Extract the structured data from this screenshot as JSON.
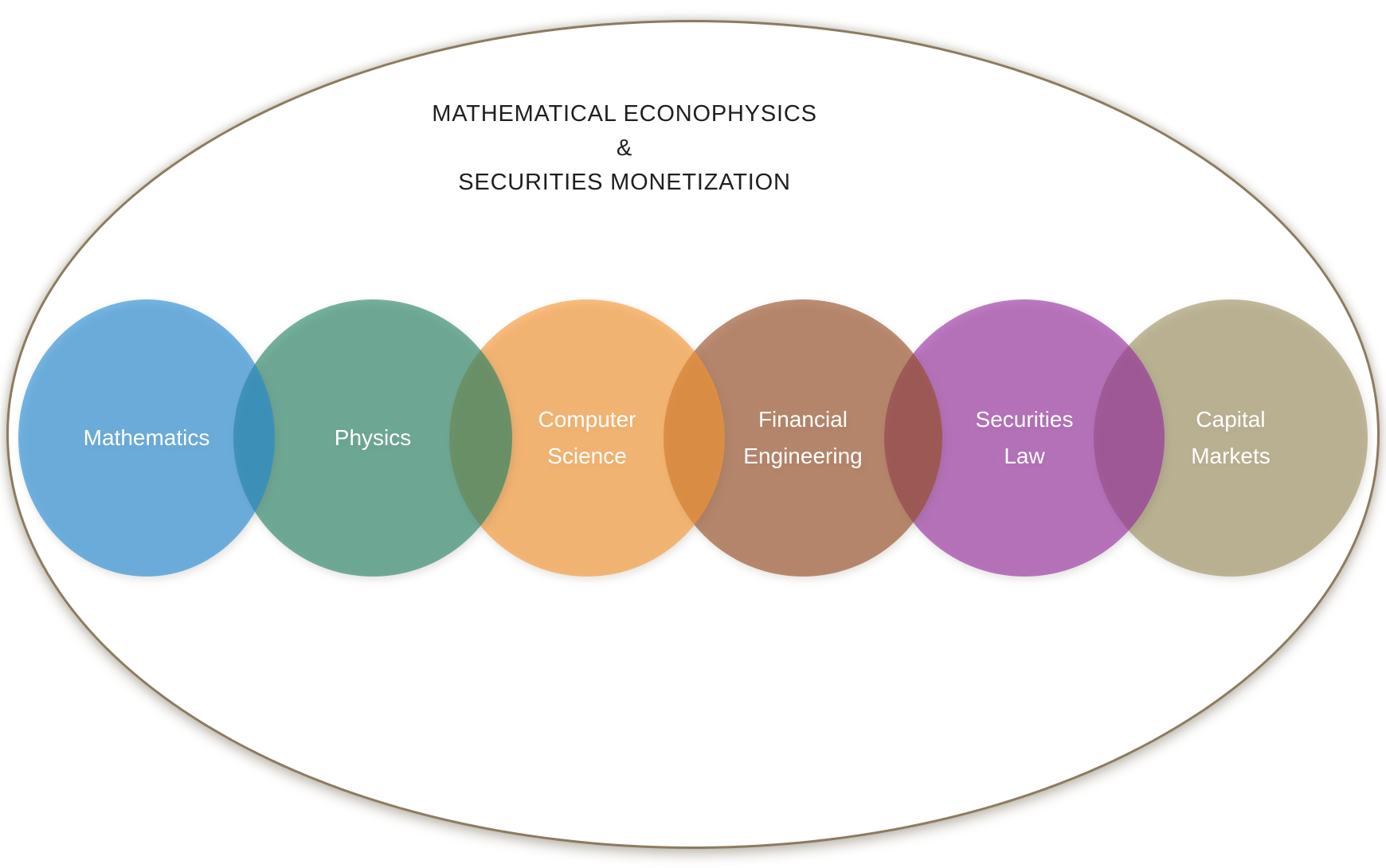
{
  "title": {
    "line1": "MATHEMATICAL ECONOPHYSICS",
    "line2": "&",
    "line3": "SECURITIES MONETIZATION",
    "color": "#1f1f1f"
  },
  "diagram": {
    "type": "overlapping-circles-venn-chain",
    "outer_ellipse": {
      "border_color": "#8D7B5F",
      "fill": "#FFFFFF"
    },
    "label_color": "#FFFFFF",
    "circle_opacity": 0.62,
    "circles": [
      {
        "label": "Mathematics",
        "fill": "rgba(32,137,213,0.62)",
        "displayed_color": "#79B8E6"
      },
      {
        "label": "Physics",
        "fill": "rgba(36,131,102,0.62)",
        "displayed_color": "#77B2A0"
      },
      {
        "label": "Computer\nScience",
        "fill": "rgba(248,150,47,0.62)",
        "displayed_color": "#FBBE7E"
      },
      {
        "label": "Financial\nEngineering",
        "fill": "rgba(150,76,36,0.62)",
        "displayed_color": "#BE9077"
      },
      {
        "label": "Securities\nLaw",
        "fill": "rgba(150,44,160,0.62)",
        "displayed_color": "#BE7CC4"
      },
      {
        "label": "Capital\nMarkets",
        "fill": "rgba(158,145,99,0.62)",
        "displayed_color": "#C3BB9E"
      }
    ]
  }
}
